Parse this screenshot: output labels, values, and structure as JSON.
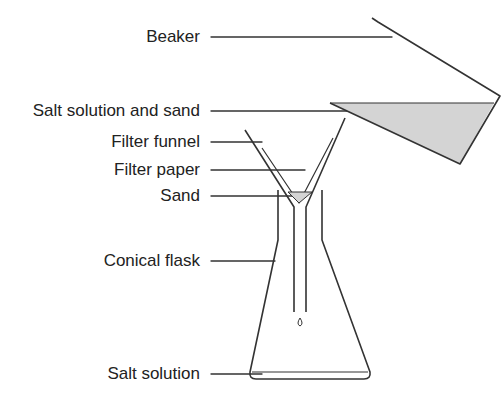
{
  "diagram": {
    "labels": [
      "Beaker",
      "Salt solution and sand",
      "Filter funnel",
      "Filter paper",
      "Sand",
      "Conical flask",
      "Salt solution"
    ]
  }
}
